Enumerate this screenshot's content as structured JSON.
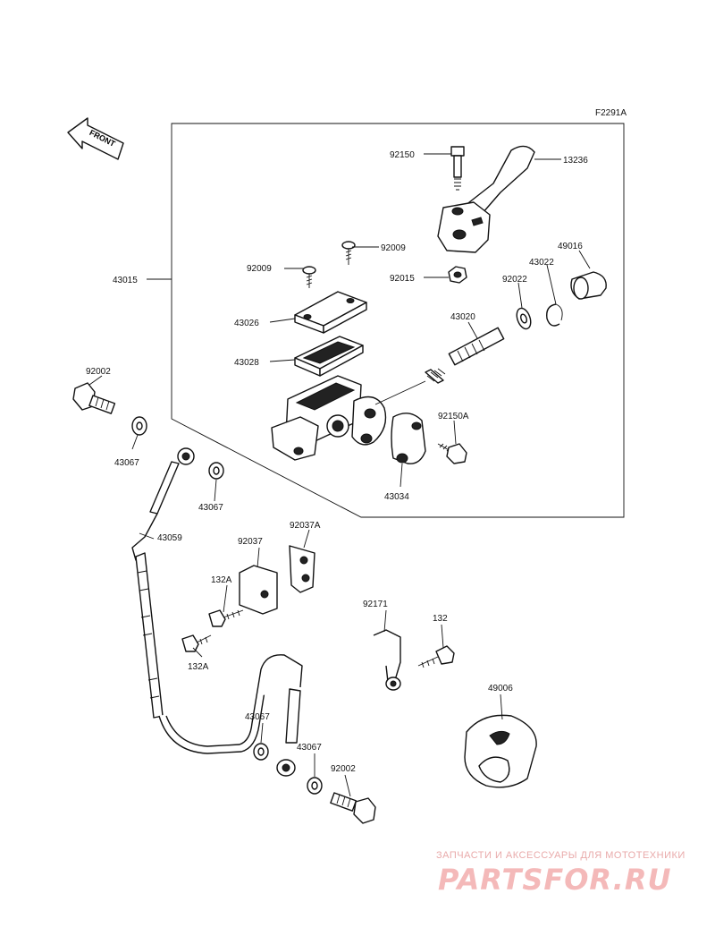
{
  "diagram_code": "F2291A",
  "front_label": "FRONT",
  "parts": {
    "p92150": "92150",
    "p13236": "13236",
    "p92009a": "92009",
    "p92009b": "92009",
    "p49016": "49016",
    "p43022": "43022",
    "p92022": "92022",
    "p92015": "92015",
    "p43015": "43015",
    "p43026": "43026",
    "p43020": "43020",
    "p43028": "43028",
    "p92002a": "92002",
    "p92150A": "92150A",
    "p43067a": "43067",
    "p43067b": "43067",
    "p43034": "43034",
    "p43059": "43059",
    "p92037A": "92037A",
    "p92037": "92037",
    "p132Aa": "132A",
    "p132Ab": "132A",
    "p92171": "92171",
    "p132": "132",
    "p49006": "49006",
    "p43067c": "43067",
    "p43067d": "43067",
    "p92002b": "92002"
  },
  "watermark": {
    "caption": "ЗАПЧАСТИ И АКСЕССУАРЫ ДЛЯ МОТОТЕХНИКИ",
    "brand": "PARTSFOR.RU"
  }
}
